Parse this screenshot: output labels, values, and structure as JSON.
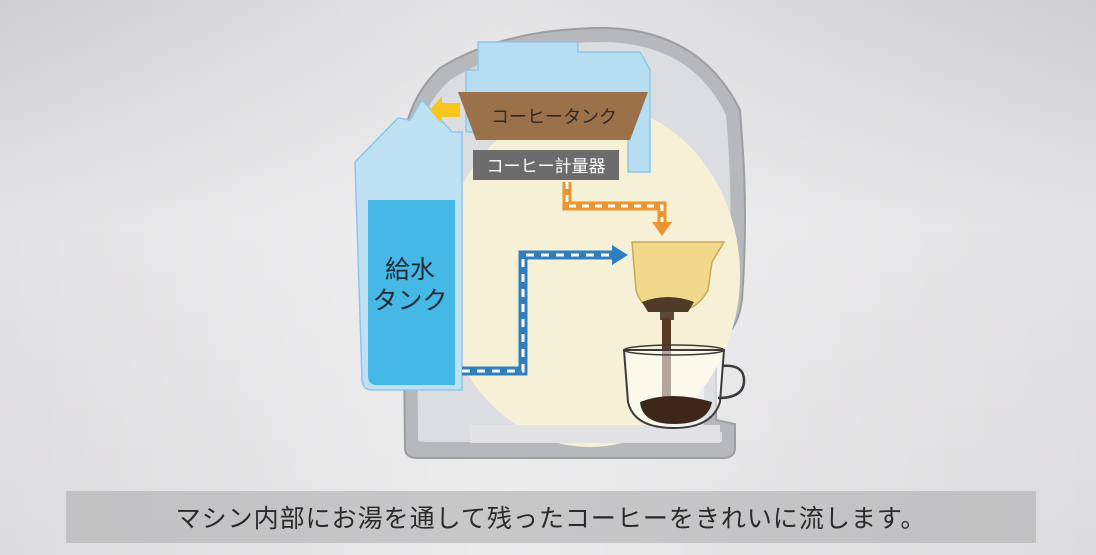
{
  "labels": {
    "coffee_tank": "コーヒータンク",
    "coffee_meter": "コーヒー計量器",
    "water_tank_line1": "給水",
    "water_tank_line2": "タンク"
  },
  "subtitle": "マシン内部にお湯を通して残ったコーヒーをきれいに流します。",
  "colors": {
    "water_flow": "#2f7fbf",
    "coffee_flow": "#ec9530",
    "coffee_tank": "#9b7149",
    "coffee_meter": "#6c6c6c",
    "water_tank": "#45b8e6",
    "interior": "#f6f1d6"
  }
}
